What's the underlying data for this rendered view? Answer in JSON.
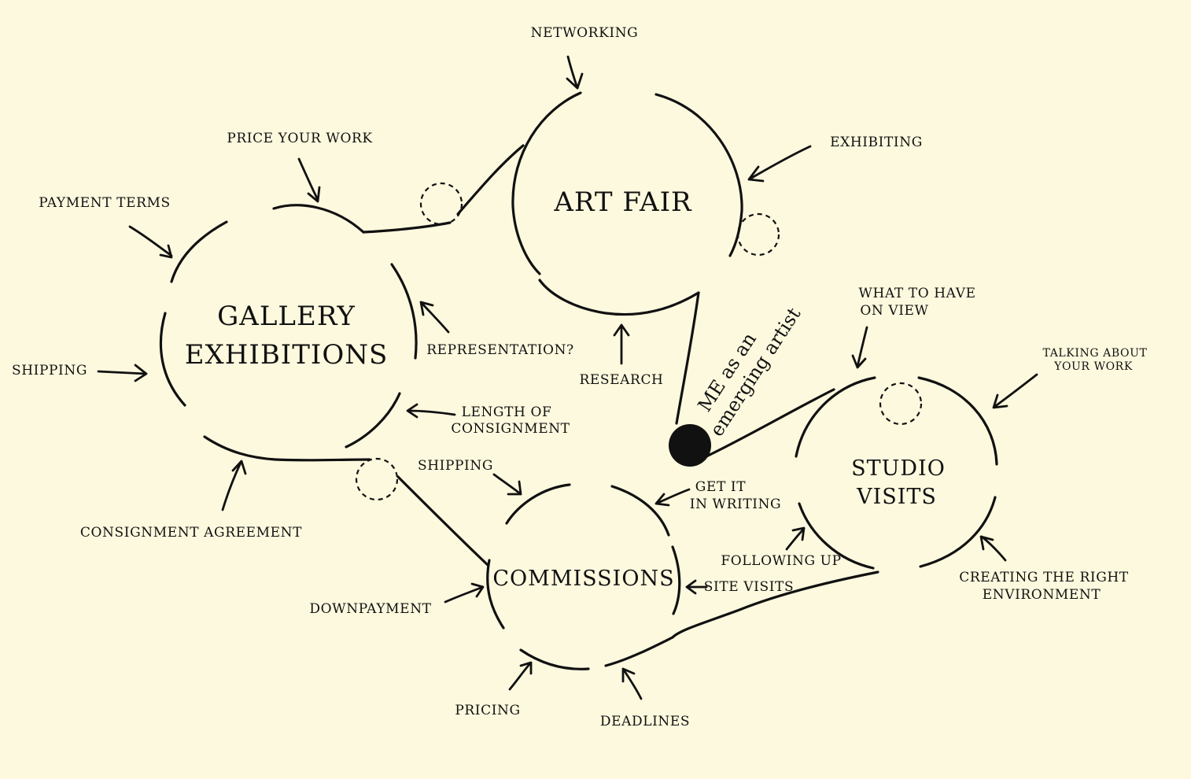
{
  "hubs": {
    "art_fair": "ART FAIR",
    "gallery": [
      "GALLERY",
      "EXHIBITIONS"
    ],
    "studio": [
      "STUDIO",
      "VISITS"
    ],
    "commissions": "COMMISSIONS"
  },
  "center": [
    "ME as an",
    "emerging artist"
  ],
  "labels": {
    "networking": "NETWORKING",
    "exhibiting": "EXHIBITING",
    "research": "RESEARCH",
    "price_your_work": "PRICE YOUR WORK",
    "payment_terms": "PAYMENT TERMS",
    "shipping_gallery": "SHIPPING",
    "representation": "REPRESENTATION?",
    "length_of_consignment": [
      "LENGTH OF",
      "CONSIGNMENT"
    ],
    "consignment_agreement": "CONSIGNMENT AGREEMENT",
    "shipping_commissions": "SHIPPING",
    "get_it_in_writing": [
      "GET IT",
      "IN WRITING"
    ],
    "downpayment": "DOWNPAYMENT",
    "site_visits": "SITE VISITS",
    "following_up": "FOLLOWING UP",
    "pricing": "PRICING",
    "deadlines": "DEADLINES",
    "what_to_have_on_view": [
      "WHAT TO HAVE",
      "ON VIEW"
    ],
    "talking_about_your_work": [
      "TALKING ABOUT",
      "YOUR WORK"
    ],
    "creating_the_right_environment": [
      "CREATING THE RIGHT",
      "ENVIRONMENT"
    ]
  }
}
